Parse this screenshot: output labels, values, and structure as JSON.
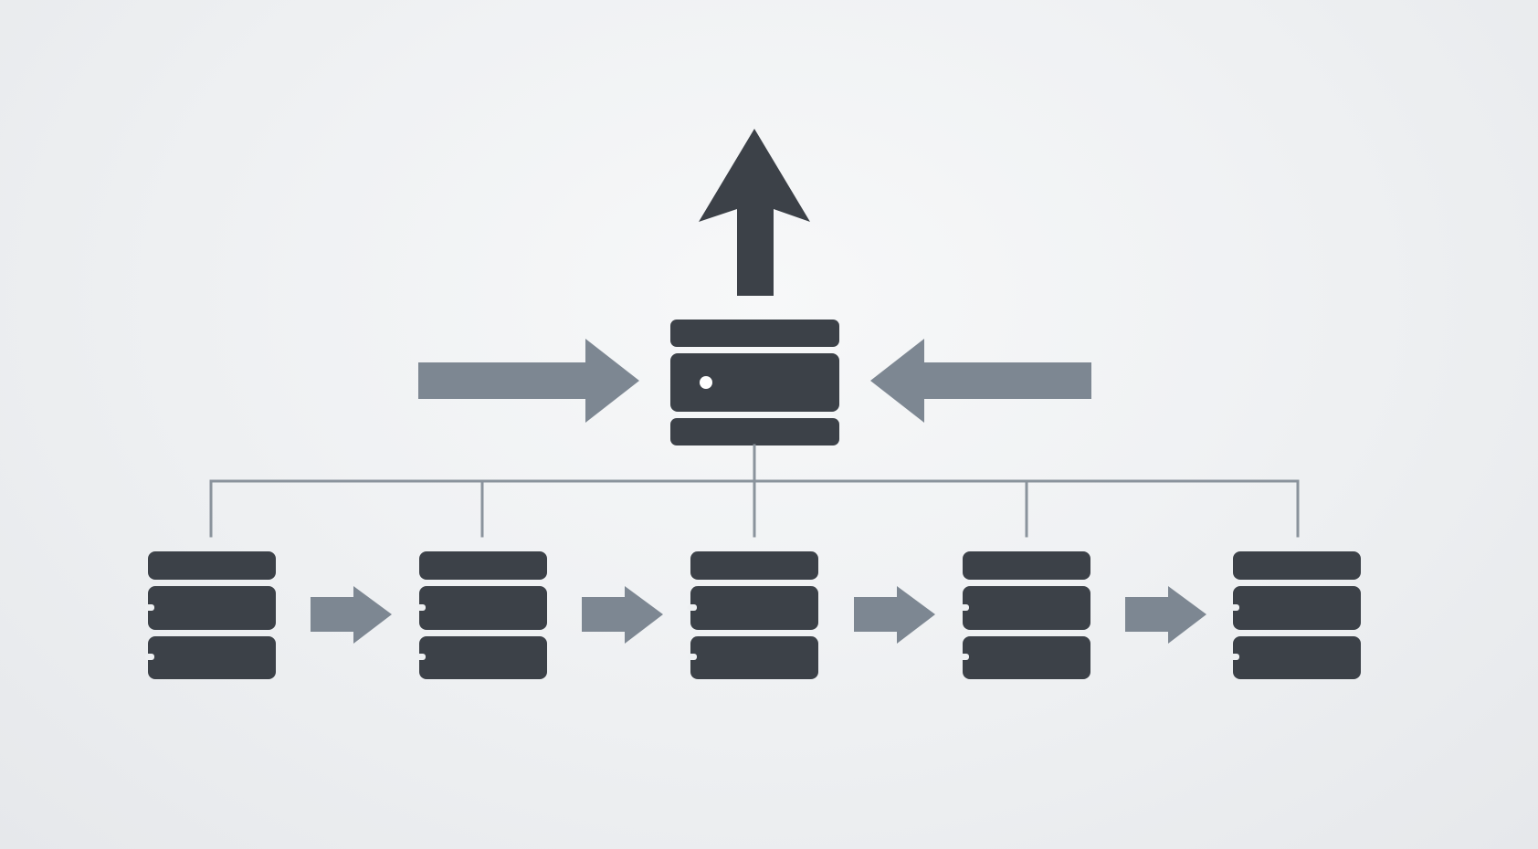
{
  "colors": {
    "server": "#3c4148",
    "arrow_primary": "#3c4148",
    "arrow_secondary": "#7d8792",
    "connector": "#8a939c",
    "server_led": "#ffffff"
  },
  "icons": {
    "central_server": "database-server-icon",
    "worker_server": "database-stack-icon",
    "output_arrow": "arrow-up-icon",
    "input_arrow_left": "arrow-right-icon",
    "input_arrow_right": "arrow-left-icon",
    "chain_arrow": "arrow-right-icon"
  },
  "diagram": {
    "central_server_count": 1,
    "worker_server_count": 5,
    "chain_arrow_count": 4,
    "connector_topology": "bus"
  }
}
